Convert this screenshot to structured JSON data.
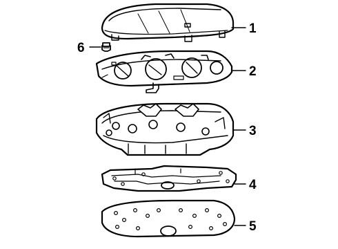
{
  "callouts": [
    "1",
    "2",
    "3",
    "4",
    "5",
    "6"
  ],
  "colors": {
    "line": "#000000",
    "background": "#ffffff"
  }
}
